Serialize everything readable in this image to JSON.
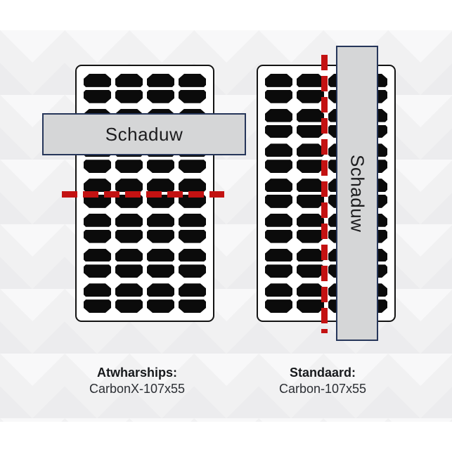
{
  "diagram": {
    "left": {
      "shadow_label": "Schaduw",
      "grid": {
        "rows": 7,
        "cols": 4
      },
      "caption_title": "Atwharships:",
      "caption_model": "CarbonX-107x55"
    },
    "right": {
      "shadow_label": "Schaduw",
      "grid": {
        "rows": 7,
        "cols": 4
      },
      "caption_title": "Standaard:",
      "caption_model": "Carbon-107x55"
    },
    "colors": {
      "cell": "#0b0b0b",
      "panel_bg": "#ffffff",
      "panel_border": "#131313",
      "shadow_fill": "#d5d6d7",
      "shadow_border": "#26365a",
      "dash_red": "#c31212",
      "bg_band": "#f1f1f2"
    }
  }
}
